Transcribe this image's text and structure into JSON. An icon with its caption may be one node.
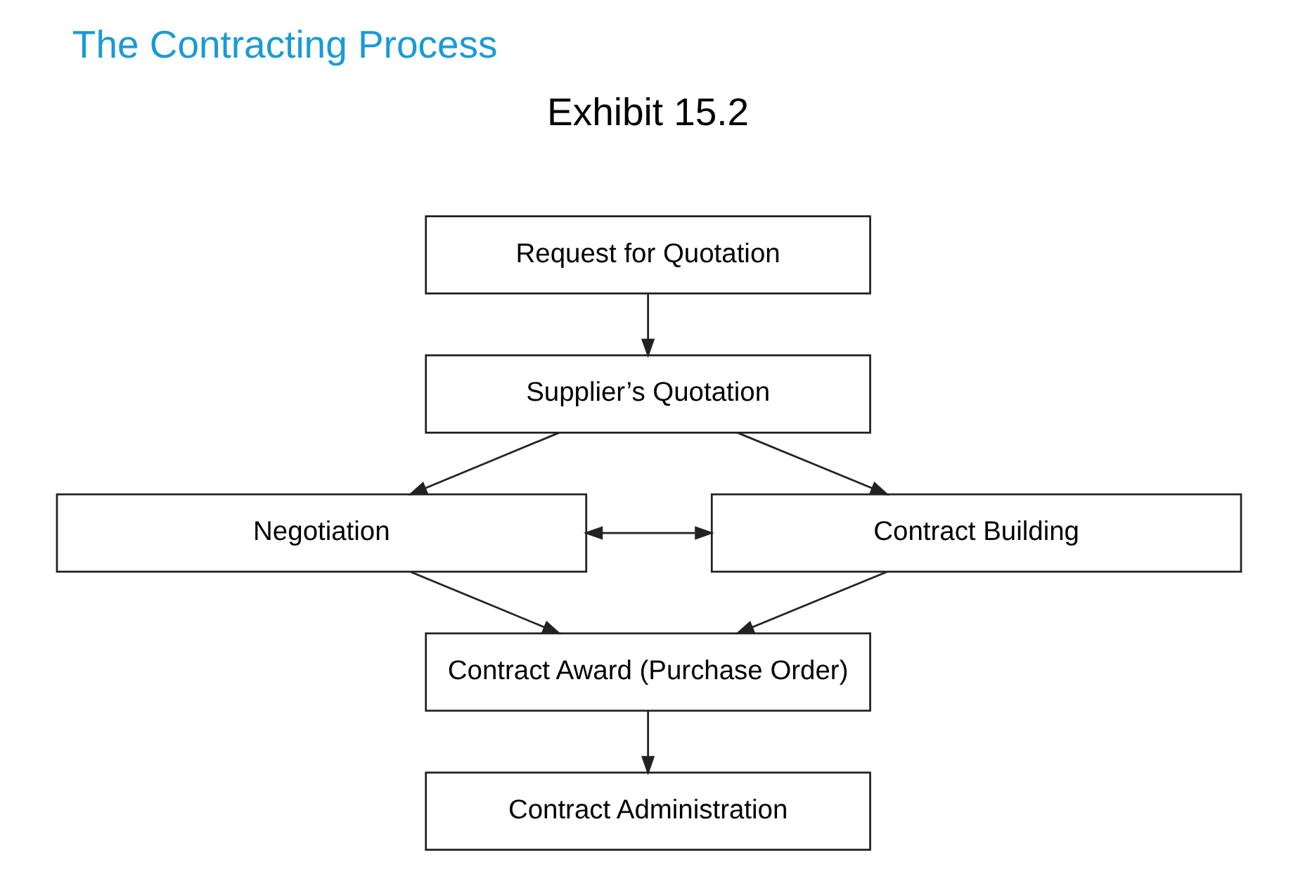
{
  "diagram": {
    "title": "The Contracting Process",
    "nodes": [
      {
        "text": [
          "Request for Quotation"
        ]
      },
      {
        "text": [
          "Supplier’s Quotation"
        ]
      },
      {
        "text": [
          "Negotiation"
        ]
      },
      {
        "text": [
          "Contract Building"
        ]
      },
      {
        "text": [
          "Contract Award (Purchase Order)"
        ]
      },
      {
        "text": [
          "Contract Administration"
        ]
      }
    ],
    "edges": [
      {
        "from": 0,
        "to": 1,
        "arrow": "to"
      },
      {
        "from": 1,
        "to": 2,
        "arrow": "to"
      },
      {
        "from": 1,
        "to": 3,
        "arrow": "to"
      },
      {
        "from": 2,
        "to": 3,
        "arrow": "both"
      },
      {
        "from": 2,
        "to": 4,
        "arrow": "to"
      },
      {
        "from": 3,
        "to": 4,
        "arrow": "to"
      },
      {
        "from": 4,
        "to": 5,
        "arrow": "to"
      }
    ],
    "labels": [
      "Exhibit 15.2"
    ]
  }
}
